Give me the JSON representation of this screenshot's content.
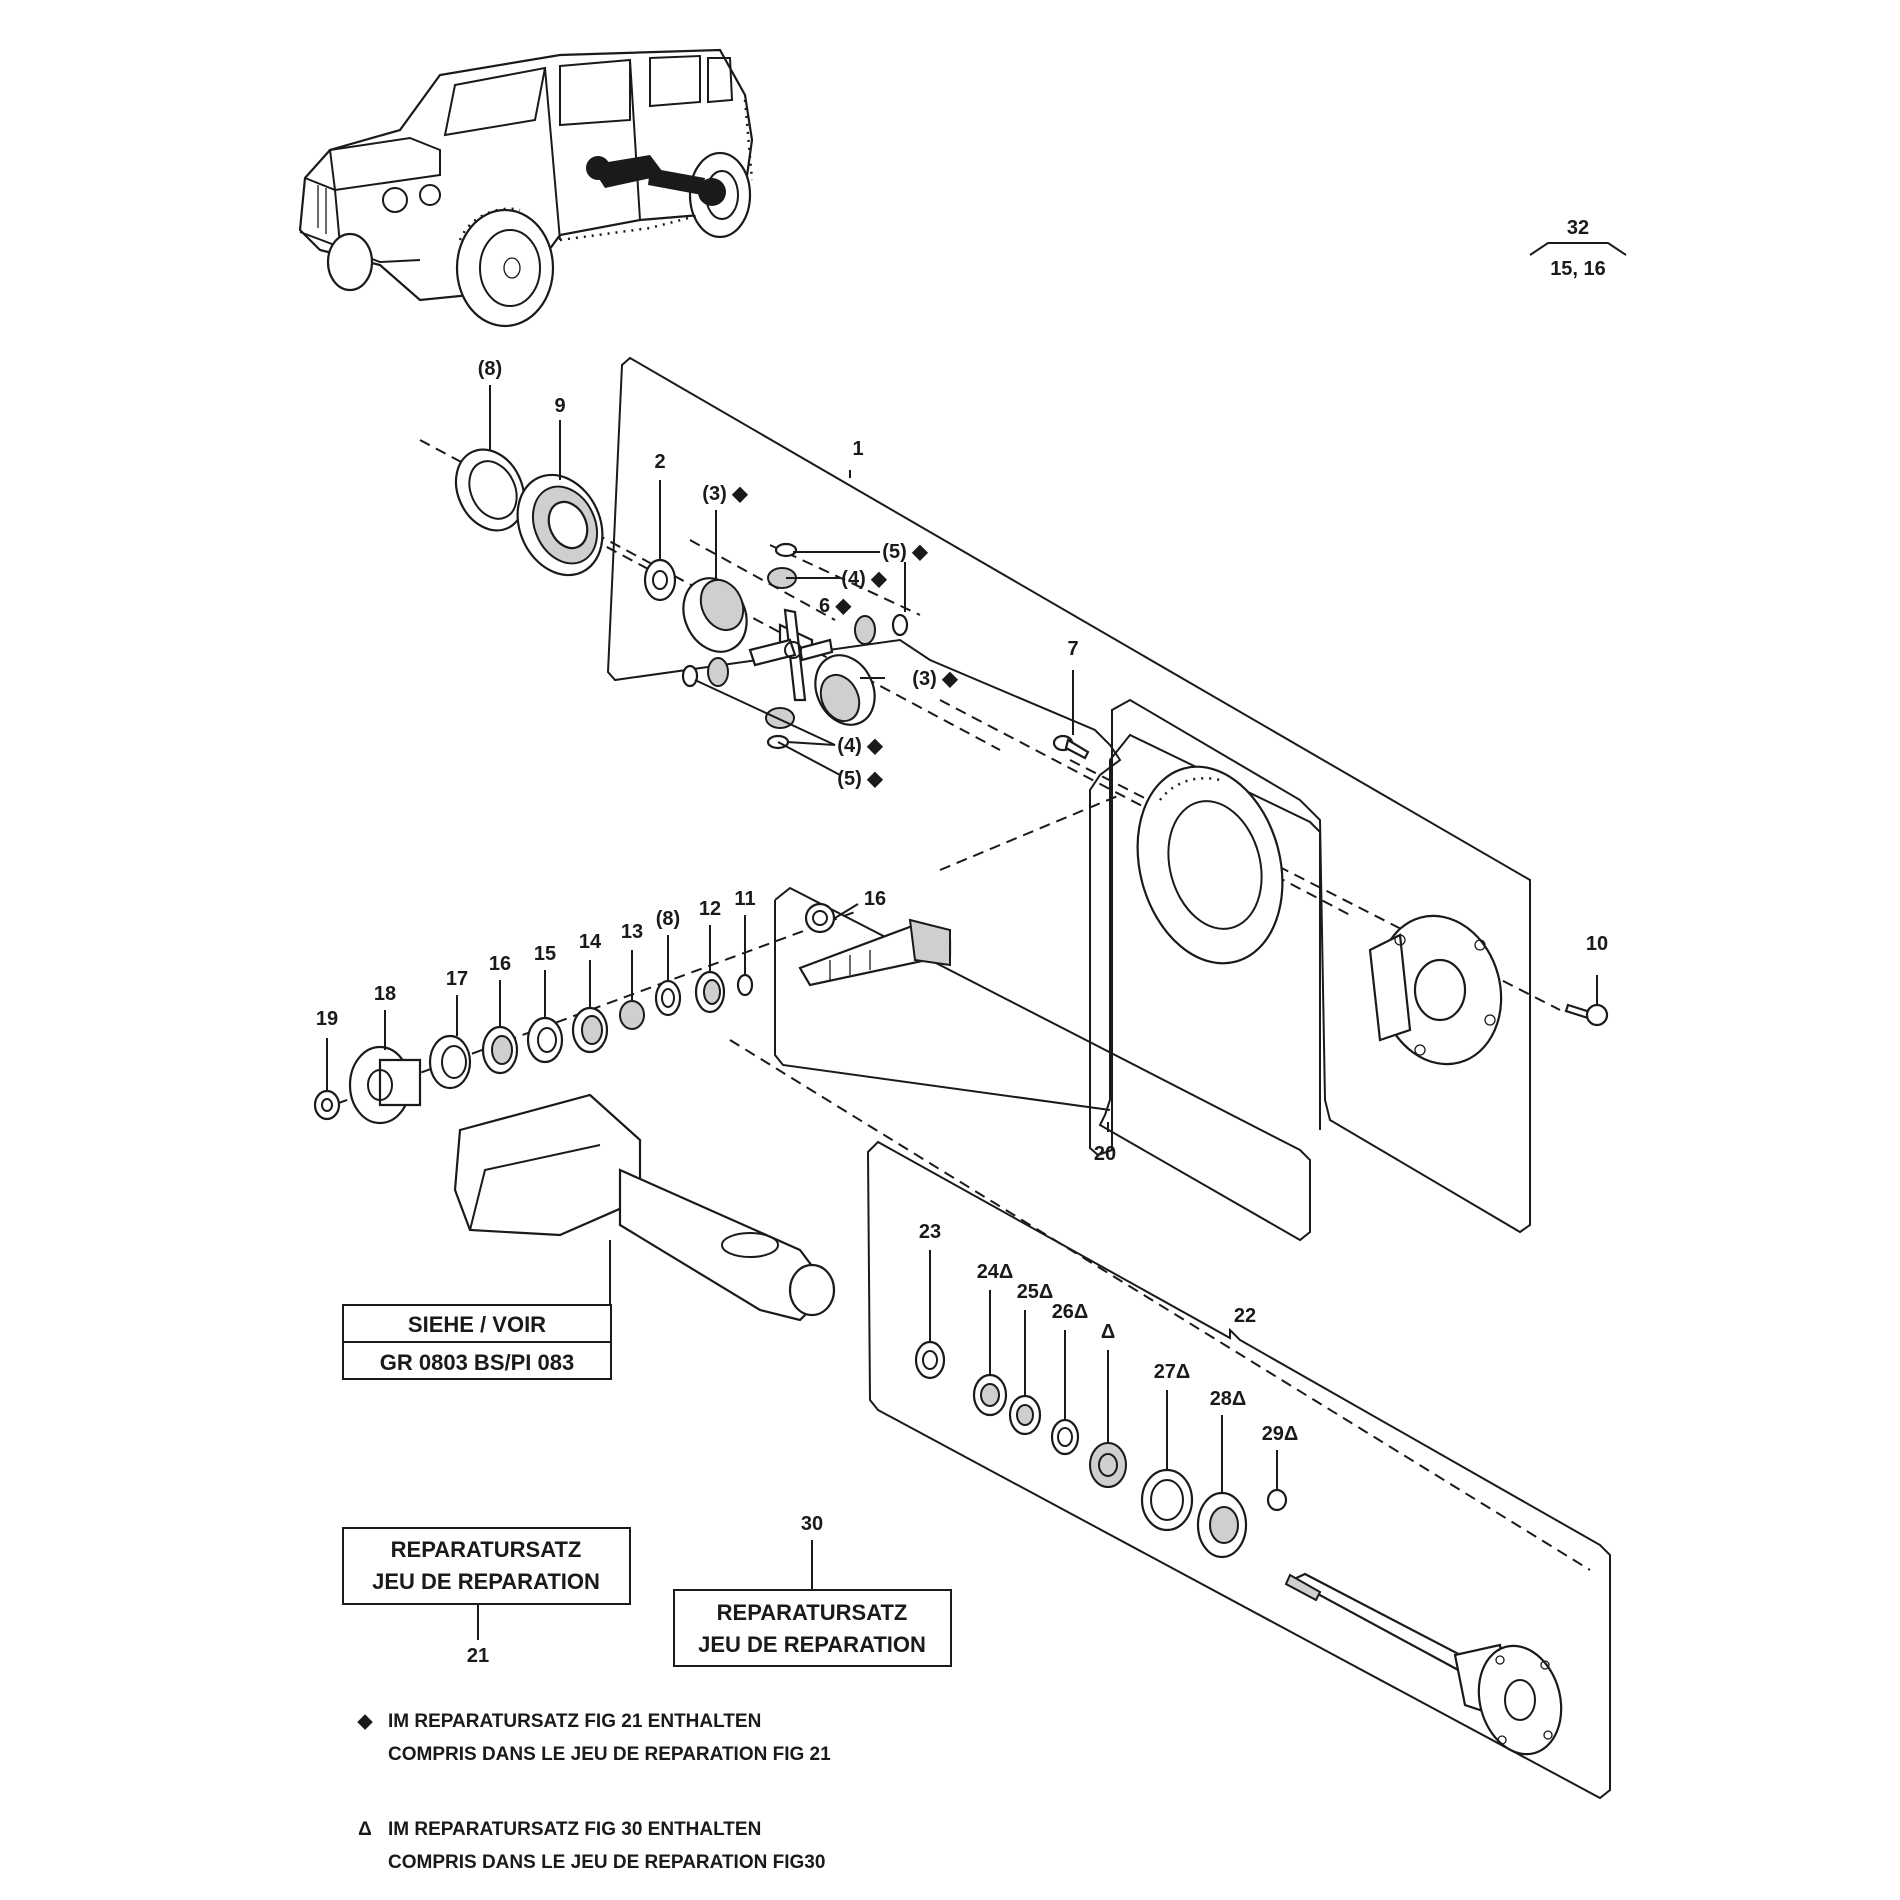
{
  "page_ref": {
    "top": "32",
    "bottom": "15, 16"
  },
  "labels": {
    "p1": "1",
    "p2": "2",
    "p3a": "(3) ◆",
    "p3b": "(3) ◆",
    "p4a": "(4) ◆",
    "p4b": "(4) ◆",
    "p5a": "(5) ◆",
    "p5b": "(5) ◆",
    "p6": "6 ◆",
    "p7": "7",
    "p8a": "(8)",
    "p8b": "(8)",
    "p9": "9",
    "p10": "10",
    "p11": "11",
    "p12": "12",
    "p13": "13",
    "p14": "14",
    "p15": "15",
    "p16a": "16",
    "p16b": "16",
    "p17": "17",
    "p18": "18",
    "p19": "19",
    "p20": "20",
    "p21": "21",
    "p22": "22",
    "p23": "23",
    "p24": "24Δ",
    "p25": "25Δ",
    "p26": "26Δ",
    "pdelta": "Δ",
    "p27": "27Δ",
    "p28": "28Δ",
    "p29": "29Δ",
    "p30": "30"
  },
  "see_box": {
    "line1": "SIEHE / VOIR",
    "line2": "GR 0803 BS/PI 083"
  },
  "repair_kit_21": {
    "line1": "REPARATURSATZ",
    "line2": "JEU DE REPARATION"
  },
  "repair_kit_30": {
    "line1": "REPARATURSATZ",
    "line2": "JEU DE REPARATION"
  },
  "legend": {
    "diamond_symbol": "◆",
    "diamond_line1": "IM REPARATURSATZ FIG 21 ENTHALTEN",
    "diamond_line2": "COMPRIS DANS LE JEU DE REPARATION FIG 21",
    "delta_symbol": "Δ",
    "delta_line1": "IM REPARATURSATZ FIG 30 ENTHALTEN",
    "delta_line2": "COMPRIS DANS LE JEU DE REPARATION FIG30"
  }
}
